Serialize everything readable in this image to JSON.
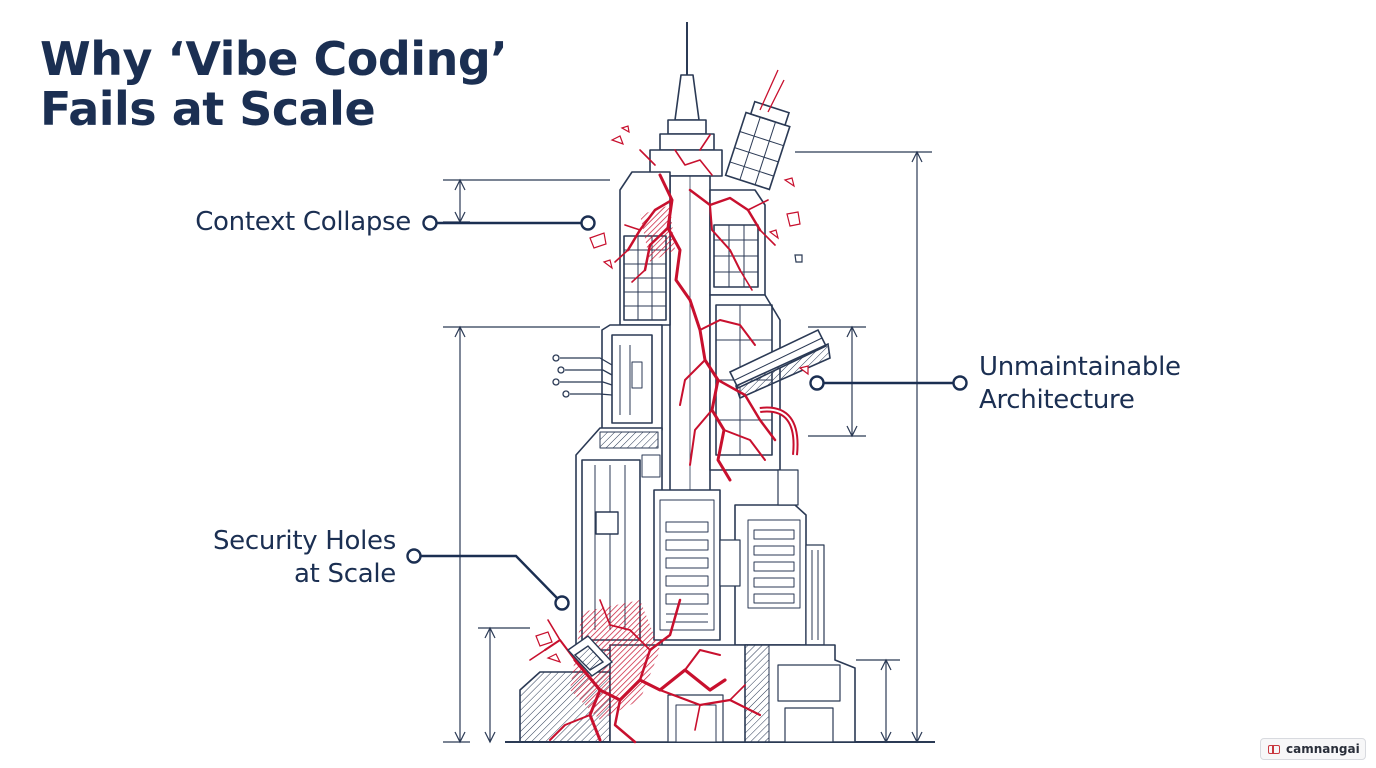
{
  "title": {
    "line1": "Why ‘Vibe Coding’",
    "line2": "Fails at Scale"
  },
  "labels": {
    "context_collapse": "Context Collapse",
    "unmaintainable_line1": "Unmaintainable",
    "unmaintainable_line2": "Architecture",
    "security_line1": "Security Holes",
    "security_line2": "at Scale"
  },
  "watermark": {
    "text": "camnangai",
    "icon": "book-icon"
  },
  "colors": {
    "ink": "#1b2f52",
    "crack": "#c8102e",
    "line": "#2b3a55",
    "background": "#ffffff"
  }
}
